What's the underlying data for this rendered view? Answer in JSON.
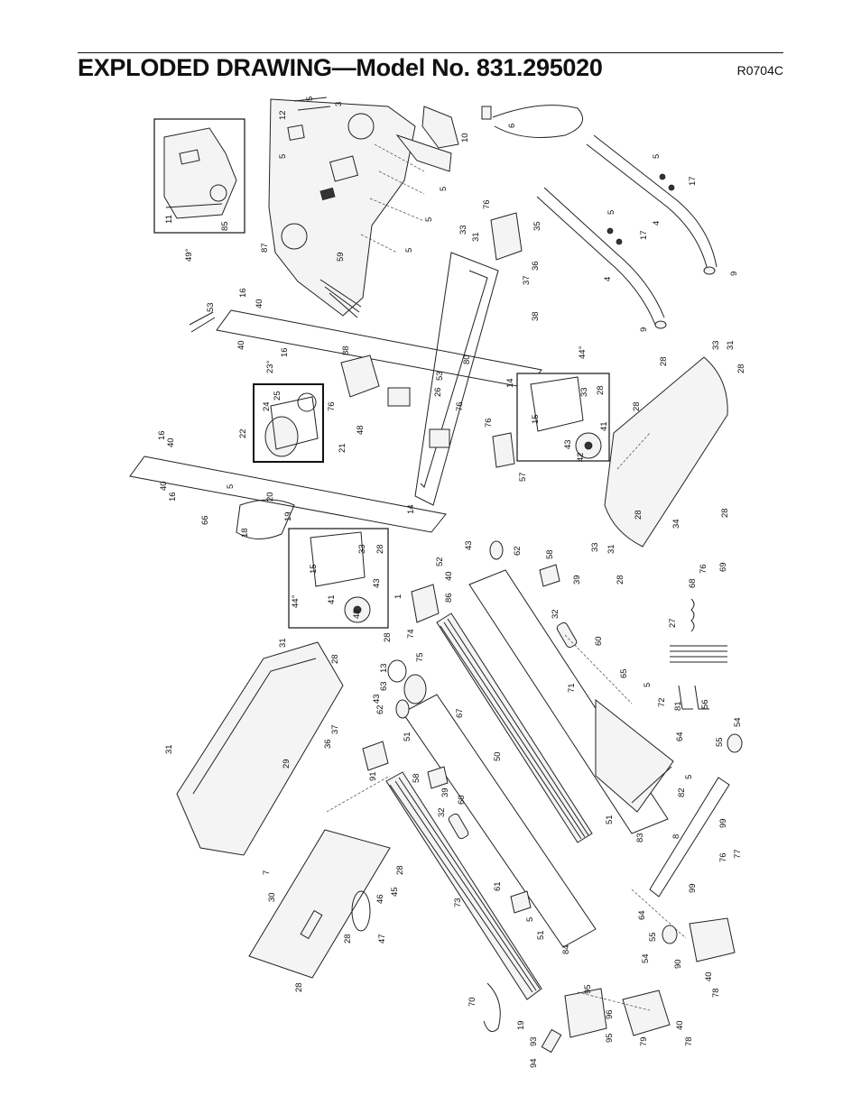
{
  "header": {
    "title": "EXPLODED DRAWING—Model No. 831.295020",
    "code": "R0704C"
  },
  "callouts": [
    "12",
    "5",
    "3",
    "5",
    "10",
    "6",
    "5",
    "17",
    "5",
    "5",
    "5",
    "5",
    "87",
    "59",
    "49°",
    "11",
    "85",
    "33",
    "31",
    "76",
    "35",
    "4",
    "17",
    "4",
    "9",
    "9",
    "36",
    "37",
    "38",
    "53",
    "16",
    "40",
    "40",
    "16",
    "88",
    "23°",
    "44°",
    "28",
    "33",
    "31",
    "28",
    "28",
    "80",
    "53",
    "26",
    "76",
    "14",
    "15",
    "33",
    "28",
    "41",
    "43",
    "42",
    "24",
    "25",
    "22",
    "76",
    "21",
    "48",
    "16",
    "40",
    "40",
    "16",
    "5",
    "76",
    "57",
    "14",
    "20",
    "19",
    "66",
    "18",
    "28",
    "28",
    "34",
    "33",
    "31",
    "28",
    "52",
    "43",
    "40",
    "62",
    "58",
    "39",
    "15",
    "33",
    "28",
    "44°",
    "41",
    "43",
    "42",
    "86",
    "1",
    "28",
    "74",
    "32",
    "60",
    "68",
    "76",
    "69",
    "31",
    "28",
    "13",
    "75",
    "63",
    "43",
    "62",
    "27",
    "65",
    "5",
    "72",
    "81",
    "56",
    "67",
    "71",
    "51",
    "37",
    "36",
    "91",
    "58",
    "39",
    "60",
    "50",
    "64",
    "5",
    "55",
    "54",
    "31",
    "29",
    "32",
    "82",
    "51",
    "83",
    "8",
    "99",
    "76",
    "77",
    "7",
    "28",
    "30",
    "46",
    "45",
    "28",
    "47",
    "61",
    "73",
    "5",
    "51",
    "84",
    "64",
    "55",
    "54",
    "99",
    "90",
    "40",
    "78",
    "28",
    "70",
    "95",
    "19",
    "96",
    "93",
    "95",
    "94",
    "79",
    "40",
    "78"
  ]
}
